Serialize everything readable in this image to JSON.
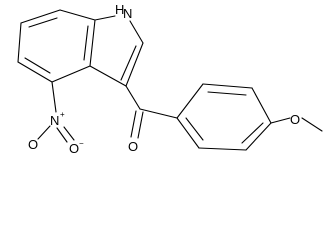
{
  "molecule": {
    "atoms": {
      "indole_nh": "H",
      "indole_n": "N",
      "nitro_n": "N",
      "nitro_n_charge": "+",
      "nitro_o_left": "O",
      "nitro_o_right": "O",
      "nitro_o_charge": "−",
      "carbonyl_o": "O",
      "methoxy_o": "O"
    }
  }
}
